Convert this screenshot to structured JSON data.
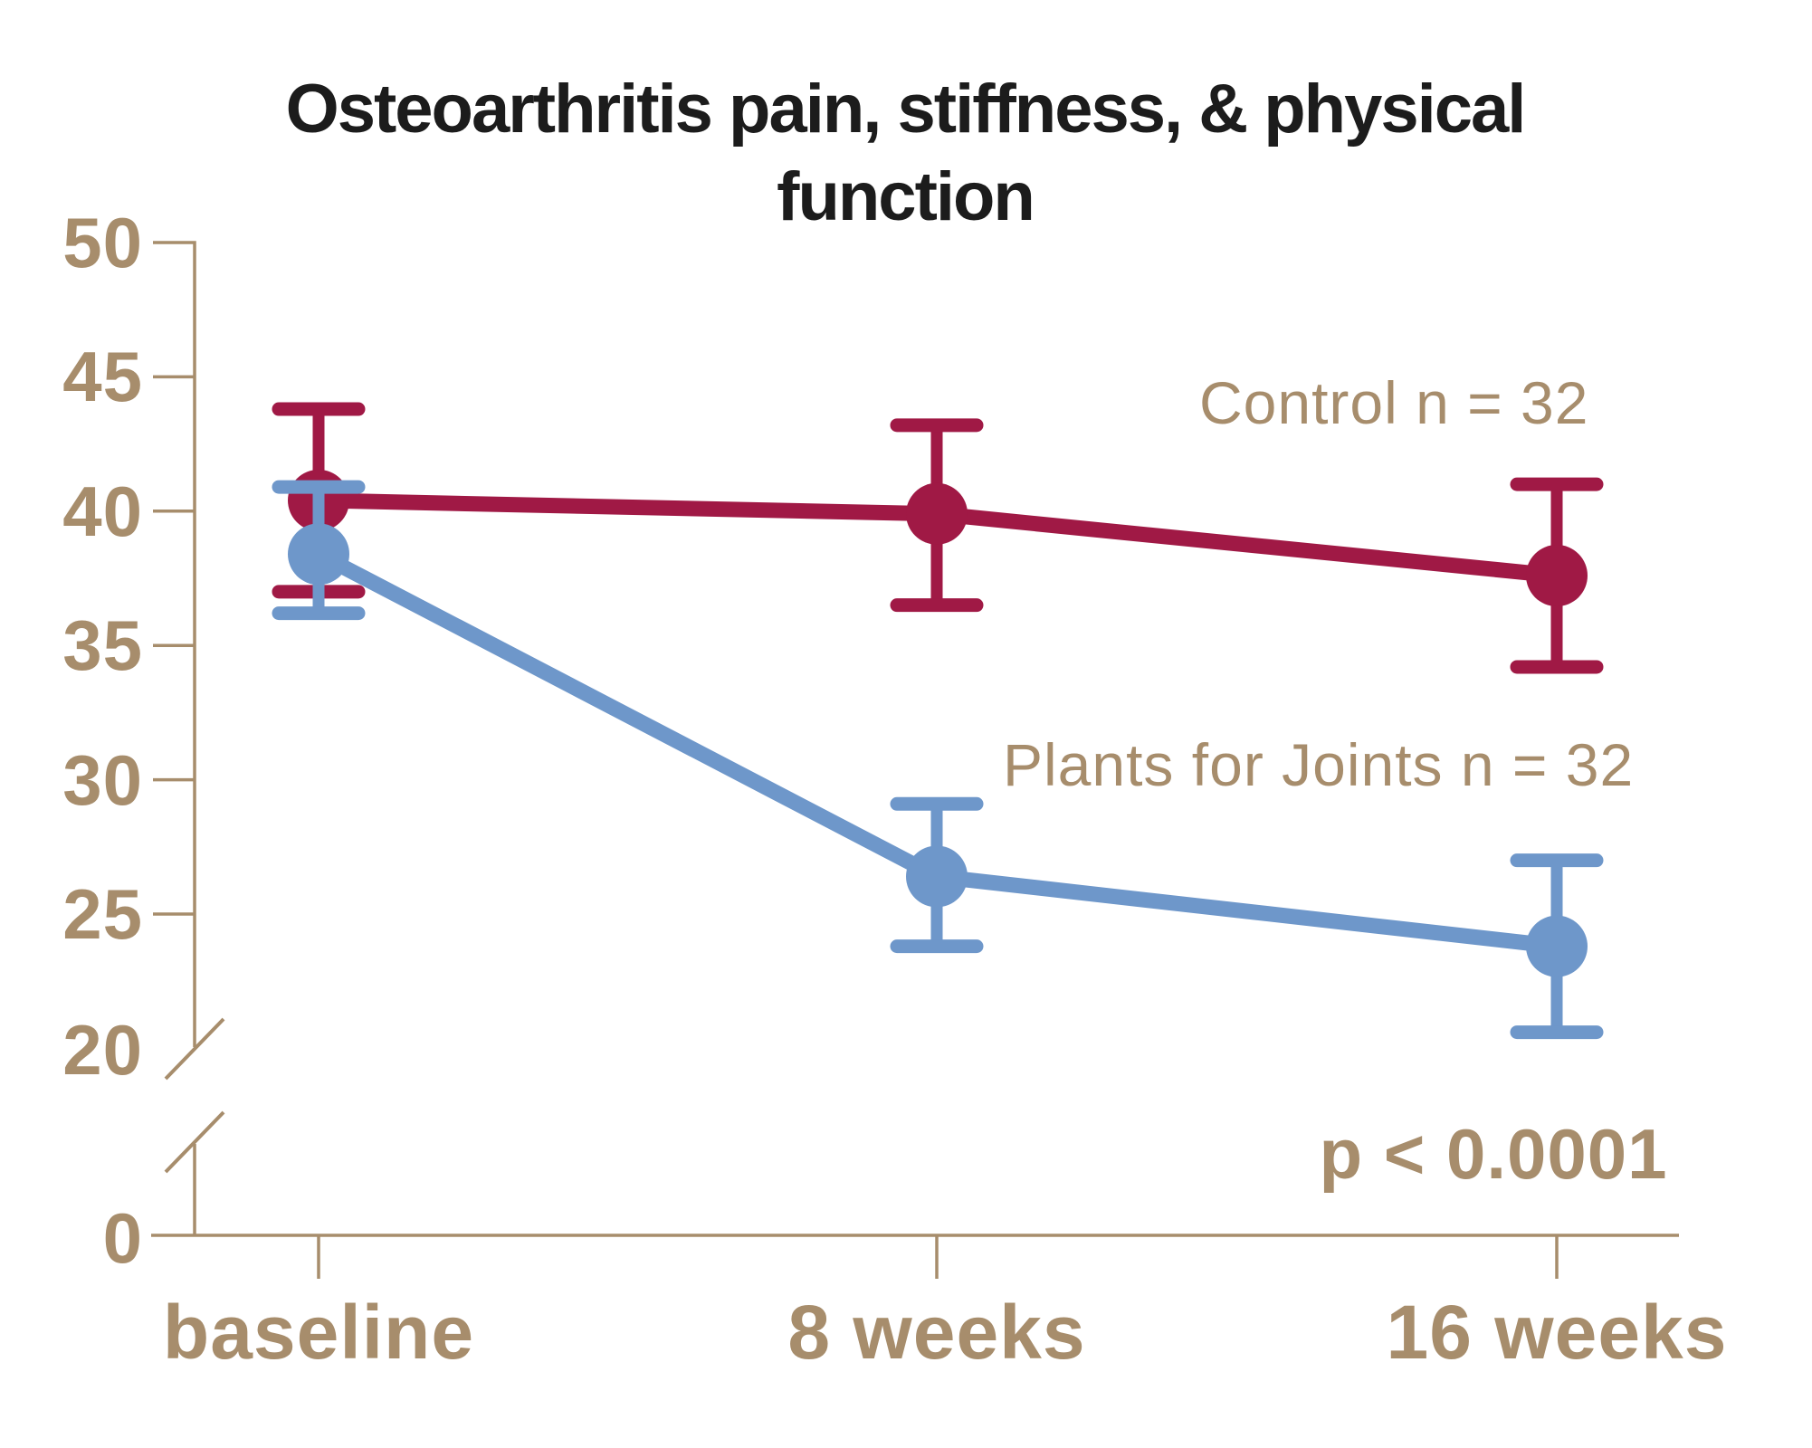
{
  "page": {
    "background": "#FFFFFF"
  },
  "chart_data": {
    "type": "line",
    "title": "Osteoarthritis pain, stiffness, & physical function",
    "title_lines": [
      "Osteoarthritis pain, stiffness, & physical",
      "function"
    ],
    "categories": [
      "baseline",
      "8 weeks",
      "16 weeks"
    ],
    "x_axis": {
      "labels": [
        "baseline",
        "8 weeks",
        "16 weeks"
      ]
    },
    "y_axis": {
      "tick_labels": [
        "50",
        "45",
        "40",
        "35",
        "30",
        "25"
      ],
      "tick_values": [
        50,
        45,
        40,
        35,
        30,
        25
      ],
      "break_label": "20",
      "break_value": 20,
      "zero_label": "0",
      "axis_break_between": [
        0,
        20
      ]
    },
    "ylim": [
      20,
      50
    ],
    "grid": false,
    "legend_position": "inline-right",
    "series": [
      {
        "name": "Control n = 32",
        "color": "#A01945",
        "values": [
          40.4,
          39.9,
          37.6
        ],
        "err_high": [
          43.8,
          43.2,
          41.0
        ],
        "err_low": [
          37.0,
          36.5,
          34.2
        ]
      },
      {
        "name": "Plants for Joints n = 32",
        "color": "#6E97CA",
        "values": [
          38.4,
          26.4,
          23.8
        ],
        "err_high": [
          40.9,
          29.1,
          27.0
        ],
        "err_low": [
          36.2,
          23.8,
          20.6
        ]
      }
    ],
    "annotation": "p < 0.0001",
    "axis_color": "#A78D6C",
    "label_color": "#A78D6C",
    "title_color": "#1C1C1C"
  }
}
